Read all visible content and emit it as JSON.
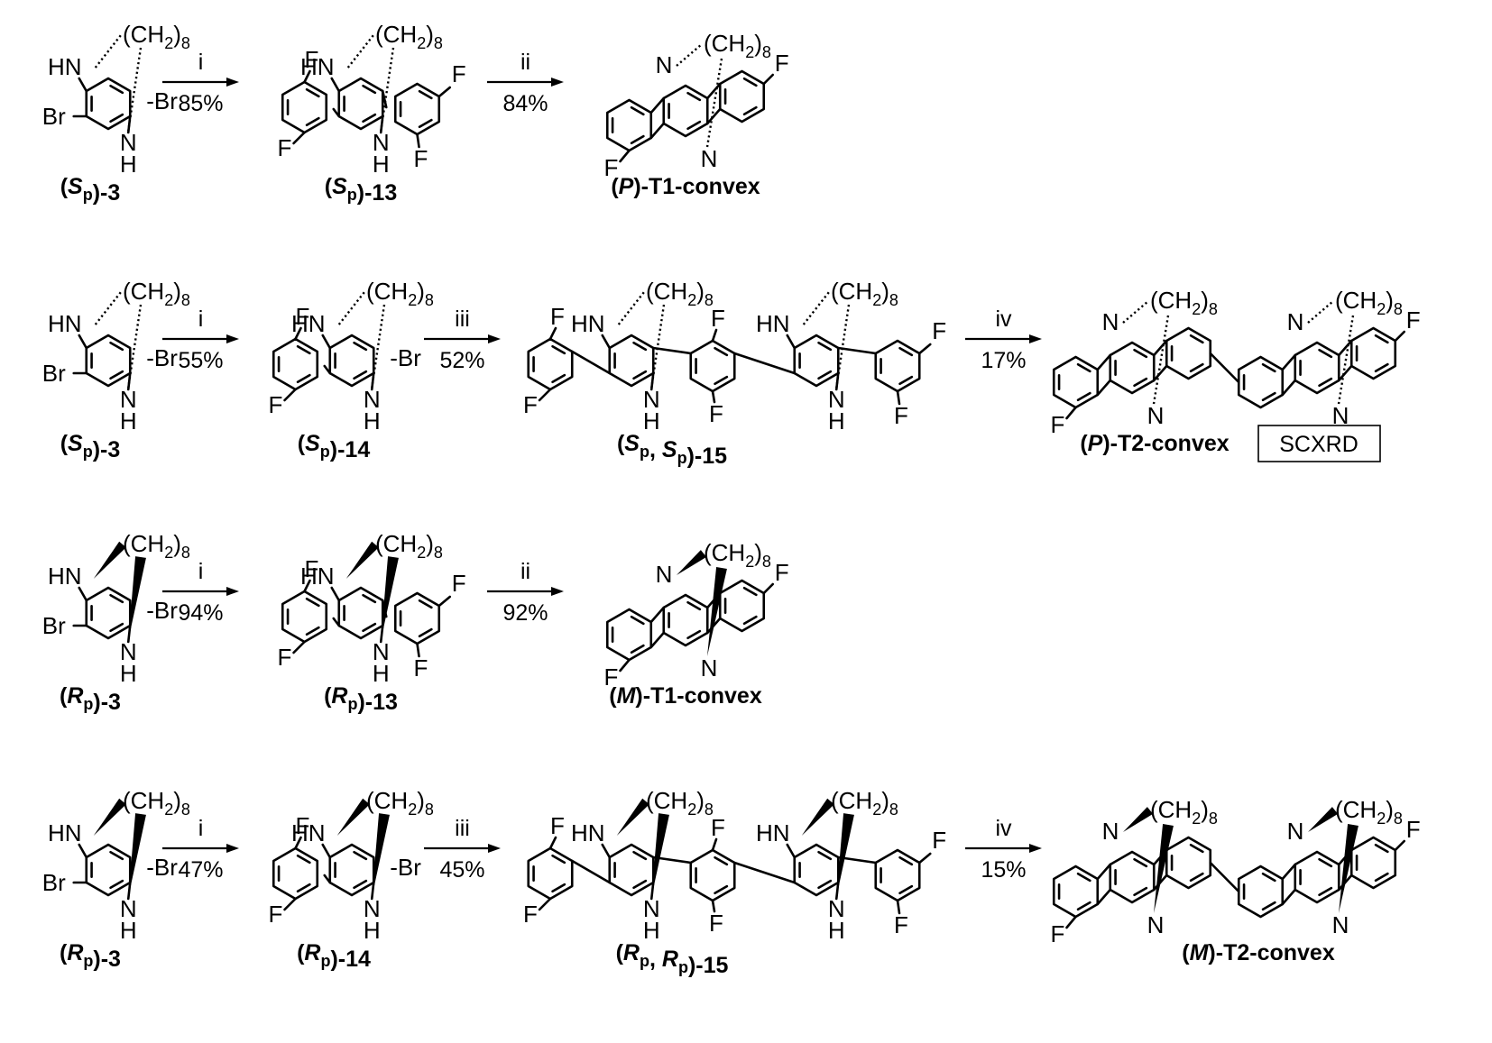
{
  "diagram": {
    "atoms": {
      "n": "N",
      "nh": "NH",
      "hn": "HN",
      "h": "H",
      "f": "F",
      "br": "Br",
      "br_r": "-Br"
    },
    "chain": {
      "text": "(CH",
      "sub": "2",
      "close": ")",
      "n": "8"
    },
    "rows": [
      {
        "steps": [
          {
            "reagent": "i",
            "yield": "85%"
          },
          {
            "reagent": "ii",
            "yield": "84%"
          }
        ],
        "labels": [
          {
            "pre": "(",
            "main": "S",
            "sub": "p",
            "post": ")-3"
          },
          {
            "pre": "(",
            "main": "S",
            "sub": "p",
            "post": ")-13"
          },
          {
            "pre": "(",
            "main": "P",
            "sub": "",
            "post": ")-T1-convex"
          }
        ]
      },
      {
        "steps": [
          {
            "reagent": "i",
            "yield": "55%"
          },
          {
            "reagent": "iii",
            "yield": "52%"
          },
          {
            "reagent": "iv",
            "yield": "17%"
          }
        ],
        "labels": [
          {
            "pre": "(",
            "main": "S",
            "sub": "p",
            "post": ")-3"
          },
          {
            "pre": "(",
            "main": "S",
            "sub": "p",
            "post": ")-14"
          },
          {
            "pre": "(",
            "main": "S",
            "sub": "p",
            "mid": ", ",
            "main2": "S",
            "sub2": "p",
            "post": ")-15"
          },
          {
            "pre": "(",
            "main": "P",
            "sub": "",
            "post": ")-T2-convex"
          }
        ],
        "badge": "SCXRD"
      },
      {
        "steps": [
          {
            "reagent": "i",
            "yield": "94%"
          },
          {
            "reagent": "ii",
            "yield": "92%"
          }
        ],
        "labels": [
          {
            "pre": "(",
            "main": "R",
            "sub": "p",
            "post": ")-3"
          },
          {
            "pre": "(",
            "main": "R",
            "sub": "p",
            "post": ")-13"
          },
          {
            "pre": "(",
            "main": "M",
            "sub": "",
            "post": ")-T1-convex"
          }
        ]
      },
      {
        "steps": [
          {
            "reagent": "i",
            "yield": "47%"
          },
          {
            "reagent": "iii",
            "yield": "45%"
          },
          {
            "reagent": "iv",
            "yield": "15%"
          }
        ],
        "labels": [
          {
            "pre": "(",
            "main": "R",
            "sub": "p",
            "post": ")-3"
          },
          {
            "pre": "(",
            "main": "R",
            "sub": "p",
            "post": ")-14"
          },
          {
            "pre": "(",
            "main": "R",
            "sub": "p",
            "mid": ", ",
            "main2": "R",
            "sub2": "p",
            "post": ")-15"
          },
          {
            "pre": "(",
            "main": "M",
            "sub": "",
            "post": ")-T2-convex"
          }
        ]
      }
    ]
  }
}
